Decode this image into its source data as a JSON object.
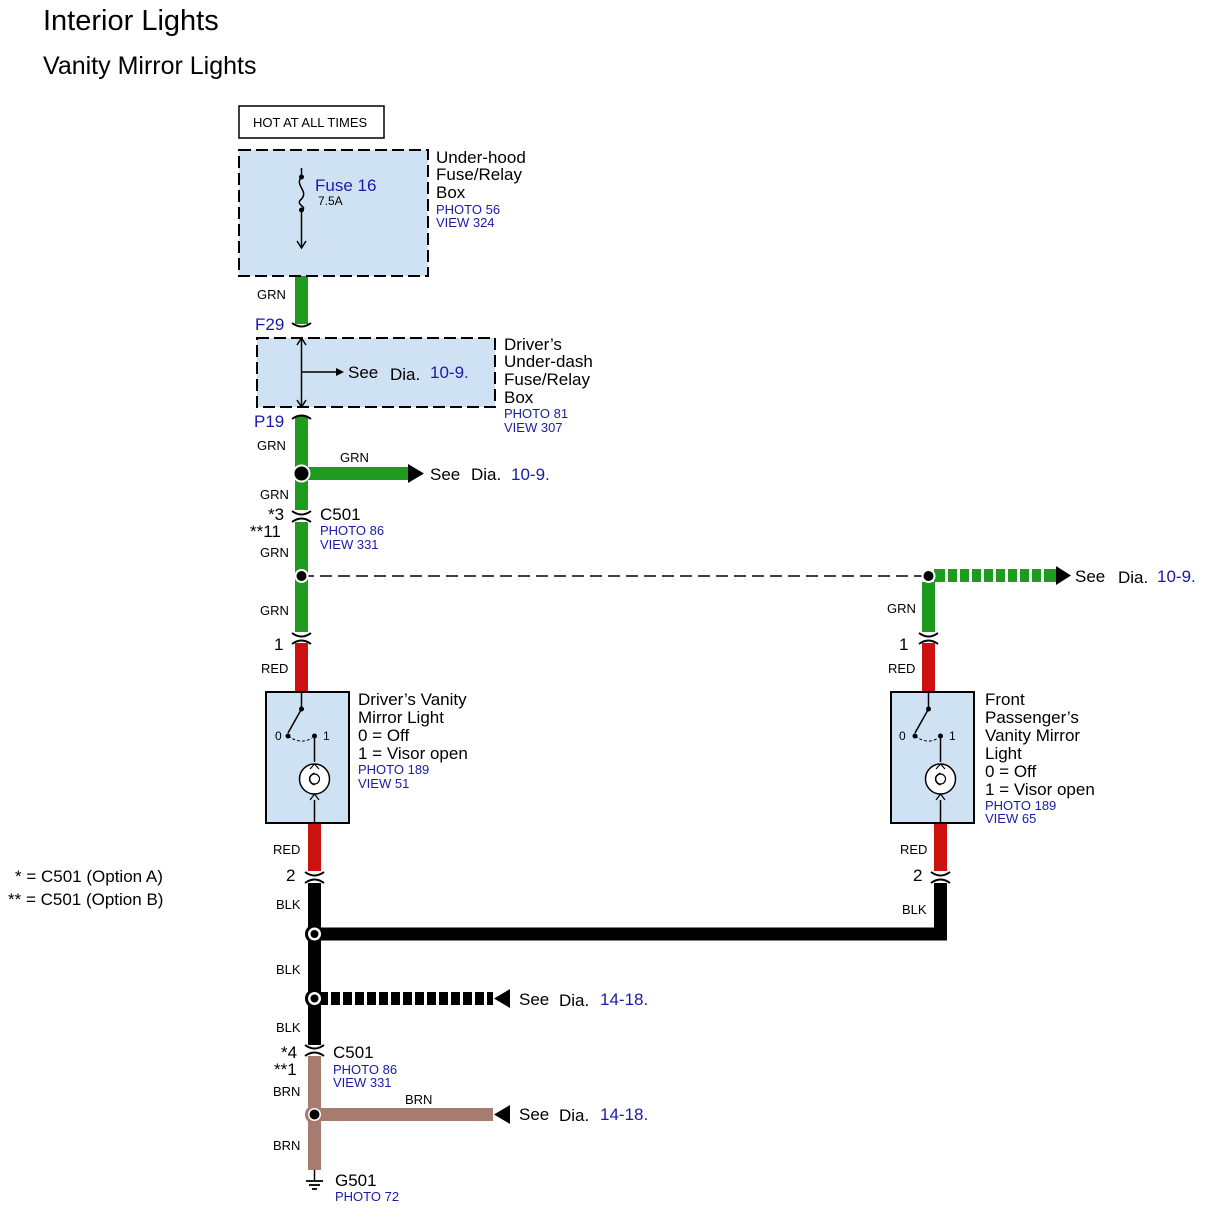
{
  "title": "Interior Lights",
  "subtitle": "Vanity Mirror Lights",
  "colors": {
    "grn": "#1e9a1e",
    "red": "#cc1111",
    "blk": "#000000",
    "brn": "#a67c70",
    "box_fill": "#cfe2f3",
    "ref_blue": "#1a1aa8"
  },
  "hot_label": "HOT AT ALL TIMES",
  "fusebox": {
    "fuse_name": "Fuse 16",
    "fuse_rating": "7.5A",
    "name_lines": [
      "Under-hood",
      "Fuse/Relay",
      "Box"
    ],
    "photo": "PHOTO 56",
    "view": "VIEW 324"
  },
  "underdash": {
    "terminal_in": "F29",
    "terminal_out": "P19",
    "see": "See",
    "dia": "Dia.",
    "ref": "10-9.",
    "name_lines": [
      "Driver’s",
      "Under-dash",
      "Fuse/Relay",
      "Box"
    ],
    "photo": "PHOTO 81",
    "view": "VIEW 307"
  },
  "wires": {
    "grn": "GRN",
    "red": "RED",
    "blk": "BLK",
    "brn": "BRN"
  },
  "branch1": {
    "see": "See",
    "dia": "Dia.",
    "ref": "10-9."
  },
  "c501_top": {
    "name": "C501",
    "pin_a": "*3",
    "pin_b": "**11",
    "photo": "PHOTO 86",
    "view": "VIEW 331"
  },
  "branch2": {
    "see": "See",
    "dia": "Dia.",
    "ref": "10-9."
  },
  "driver_light": {
    "pin_top": "1",
    "pin_bottom": "2",
    "sw_off": "0",
    "sw_on": "1",
    "lines": [
      "Driver’s Vanity",
      "Mirror Light",
      "0 = Off",
      "1 = Visor open"
    ],
    "photo": "PHOTO 189",
    "view": "VIEW 51"
  },
  "passenger_light": {
    "pin_top": "1",
    "pin_bottom": "2",
    "sw_off": "0",
    "sw_on": "1",
    "lines": [
      "Front",
      "Passenger’s",
      "Vanity Mirror",
      "Light",
      "0 = Off",
      "1 = Visor open"
    ],
    "photo": "PHOTO 189",
    "view": "VIEW 65"
  },
  "legend": {
    "a": "* = C501 (Option A)",
    "b": "** = C501 (Option B)"
  },
  "branch3": {
    "see": "See",
    "dia": "Dia.",
    "ref": "14-18."
  },
  "c501_bottom": {
    "name": "C501",
    "pin_a": "*4",
    "pin_b": "**1",
    "photo": "PHOTO 86",
    "view": "VIEW 331"
  },
  "branch4": {
    "see": "See",
    "dia": "Dia.",
    "ref": "14-18."
  },
  "ground": {
    "name": "G501",
    "photo": "PHOTO 72"
  }
}
